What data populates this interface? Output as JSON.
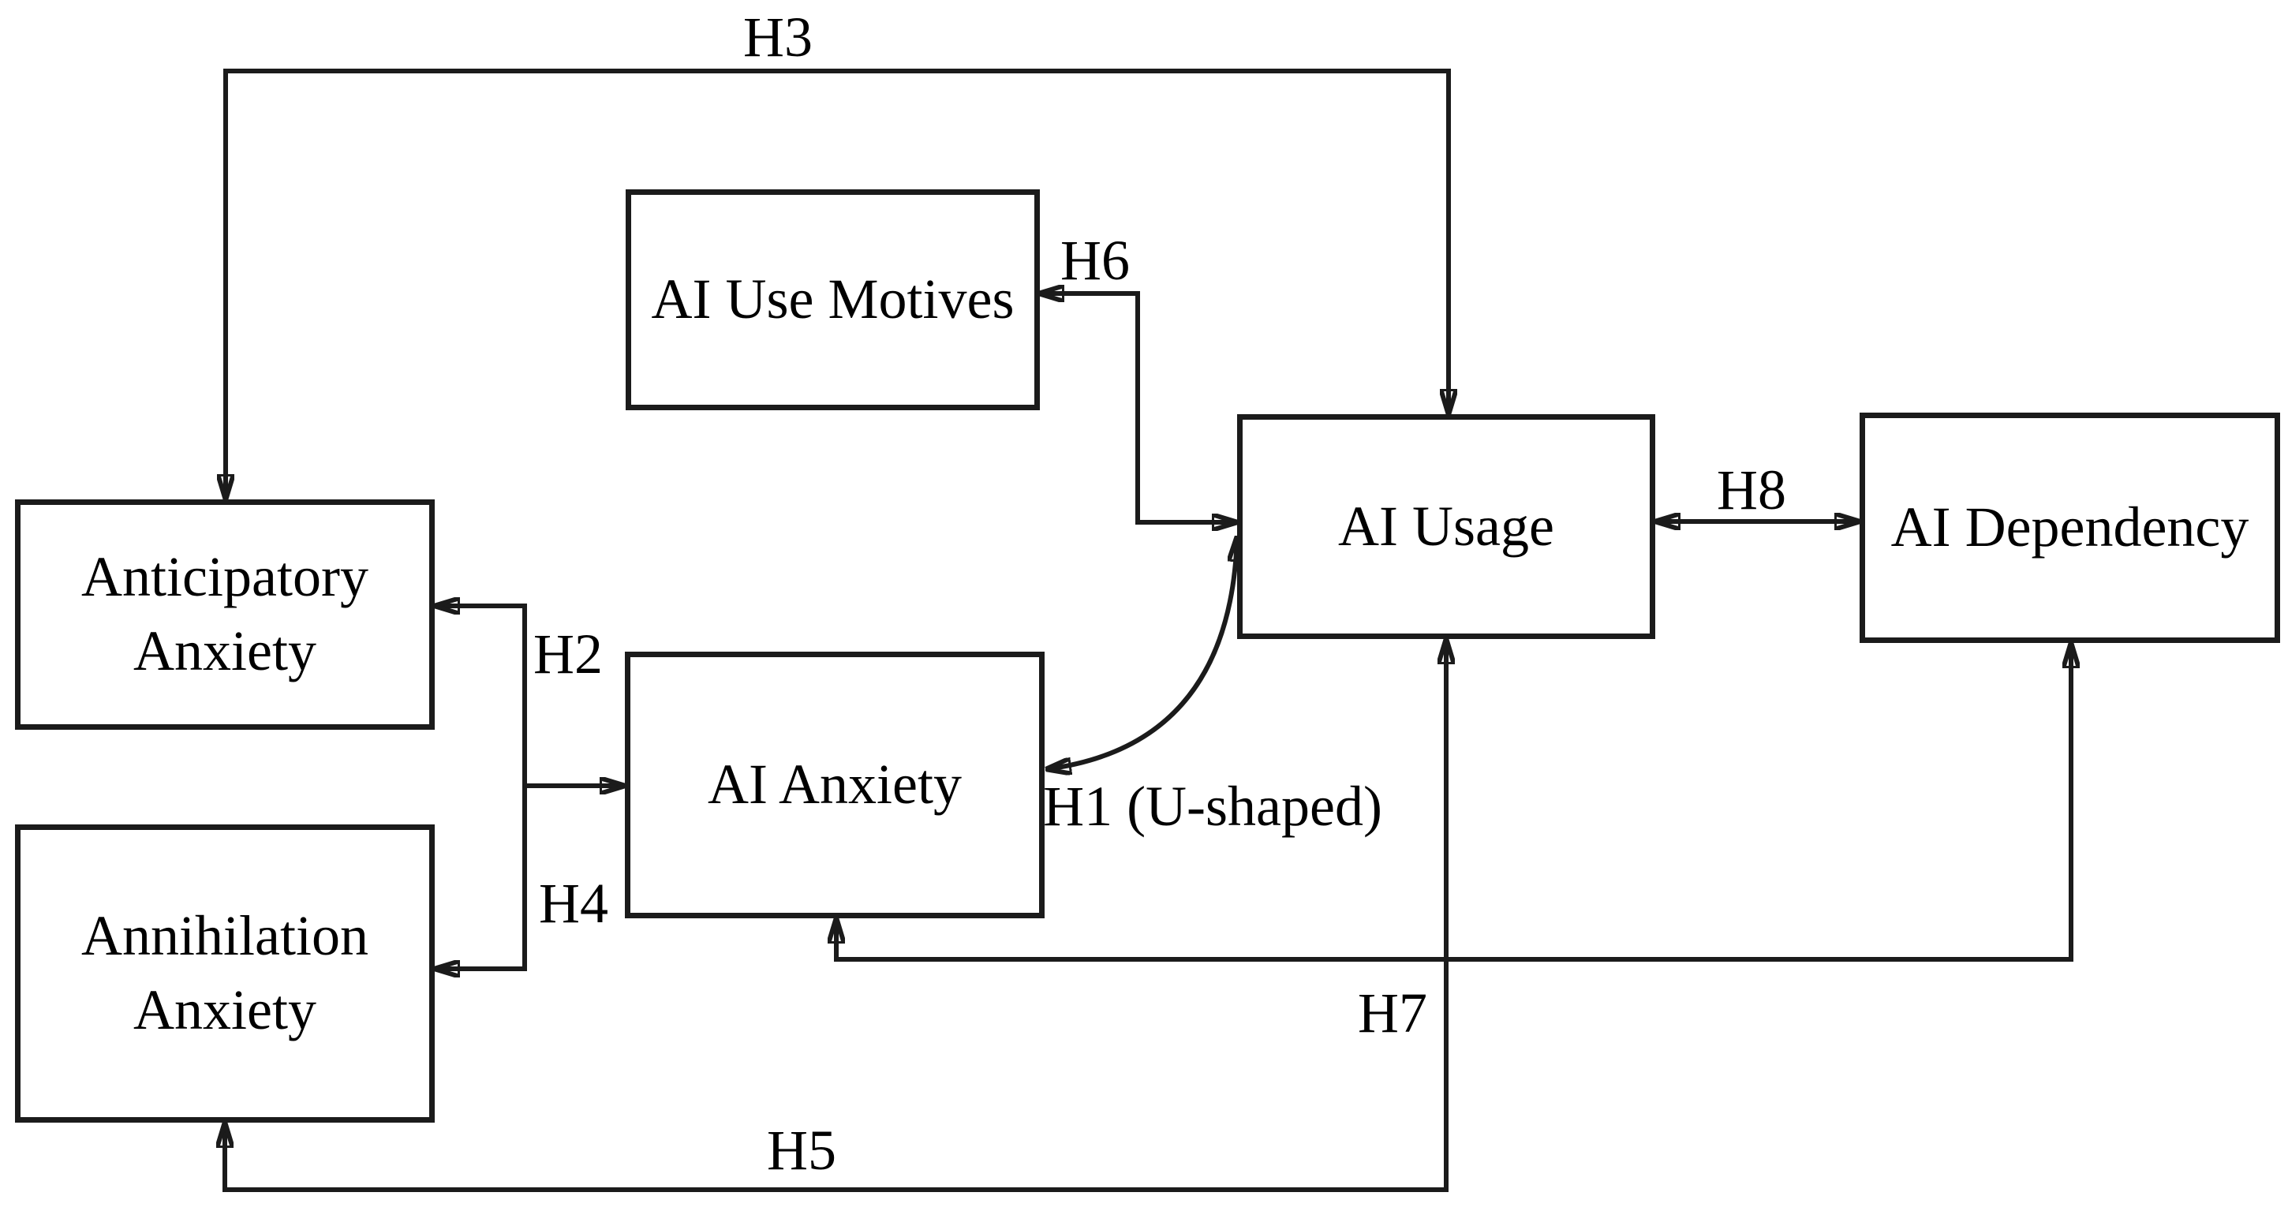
{
  "diagram_type": "hypothesis-path-model",
  "nodes": {
    "anticipatory_anxiety": {
      "label": "Anticipatory Anxiety"
    },
    "annihilation_anxiety": {
      "label": "Annihilation Anxiety"
    },
    "ai_use_motives": {
      "label": "AI Use Motives"
    },
    "ai_anxiety": {
      "label": "AI Anxiety"
    },
    "ai_usage": {
      "label": "AI Usage"
    },
    "ai_dependency": {
      "label": "AI Dependency"
    }
  },
  "hypotheses": {
    "h1": "H1 (U-shaped)",
    "h2": "H2",
    "h3": "H3",
    "h4": "H4",
    "h5": "H5",
    "h6": "H6",
    "h7": "H7",
    "h8": "H8"
  },
  "edges": [
    {
      "label": "H1",
      "from": "AI Anxiety",
      "to": "AI Usage",
      "style": "curved",
      "arrowheads": "both"
    },
    {
      "label": "H2",
      "from": "Anticipatory Anxiety",
      "to": "AI Anxiety",
      "style": "elbow",
      "arrowheads": "both"
    },
    {
      "label": "H3",
      "from": "Anticipatory Anxiety",
      "to": "AI Usage",
      "style": "elbow-top",
      "arrowheads": "both"
    },
    {
      "label": "H4",
      "from": "Annihilation Anxiety",
      "to": "AI Anxiety",
      "style": "elbow",
      "arrowheads": "both"
    },
    {
      "label": "H5",
      "from": "Annihilation Anxiety",
      "to": "AI Usage",
      "style": "elbow-bottom",
      "arrowheads": "both"
    },
    {
      "label": "H6",
      "from": "AI Usage",
      "to": "AI Use Motives",
      "style": "elbow",
      "arrowheads": "both"
    },
    {
      "label": "H7",
      "from": "AI Anxiety",
      "to": "AI Dependency",
      "style": "elbow-bottom",
      "arrowheads": "both"
    },
    {
      "label": "H8",
      "from": "AI Usage",
      "to": "AI Dependency",
      "style": "straight",
      "arrowheads": "both"
    }
  ],
  "colors": {
    "line": "#1b1b1b",
    "box_fill": "#ffffff",
    "text": "#000000",
    "background": "#ffffff"
  }
}
